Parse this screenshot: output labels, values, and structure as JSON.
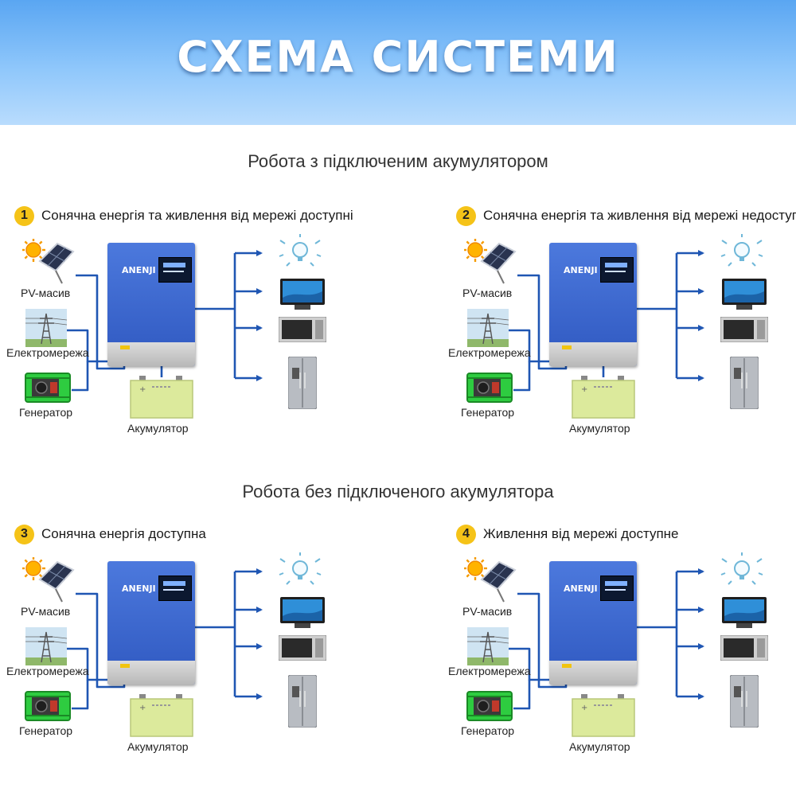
{
  "header": {
    "title": "СХЕМА СИСТЕМИ"
  },
  "sections": [
    {
      "title": "Робота з підключеним акумулятором"
    },
    {
      "title": "Робота без підключеного акумулятора"
    }
  ],
  "labels": {
    "pv": "PV-масив",
    "grid": "Електромережа",
    "generator": "Генератор",
    "battery": "Акумулятор",
    "brand": "ANENJI"
  },
  "scenarios": [
    {
      "number": "1",
      "text": "Сонячна енергія та живлення від мережі доступні",
      "battery": true,
      "blocked": []
    },
    {
      "number": "2",
      "text": "Сонячна енергія та живлення від мережі недоступні",
      "battery": true,
      "blocked": [
        "left",
        "mid"
      ]
    },
    {
      "number": "3",
      "text": "Сонячна енергія доступна",
      "battery": false,
      "blocked": [
        "mid"
      ]
    },
    {
      "number": "4",
      "text": "Живлення від мережі доступне",
      "battery": false,
      "blocked": [
        "left"
      ]
    }
  ],
  "colors": {
    "wire": "#1f56b3",
    "blocked": "#d62020",
    "inverter": "#3a64cc",
    "battery": "#dcea9c"
  },
  "icons": [
    "sun-icon",
    "solar-panel-icon",
    "power-tower-icon",
    "generator-icon",
    "battery-icon",
    "lamp-icon",
    "tv-icon",
    "microwave-icon",
    "fridge-icon"
  ]
}
